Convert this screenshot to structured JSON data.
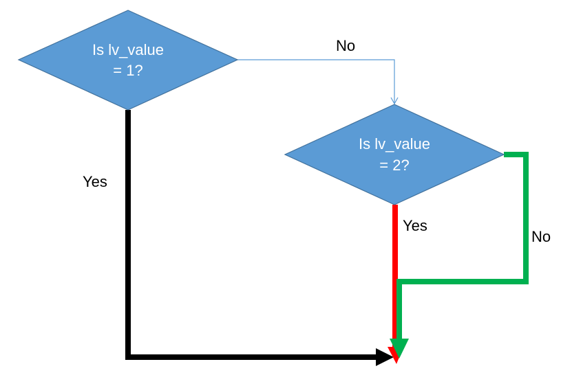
{
  "diagram": {
    "decision1": {
      "line1": "Is lv_value",
      "line2": "= 1?",
      "fill": "#5B9BD5"
    },
    "decision2": {
      "line1": "Is lv_value",
      "line2": "= 2?",
      "fill": "#5B9BD5"
    },
    "edges": {
      "d1_no_label": "No",
      "d1_yes_label": "Yes",
      "d2_yes_label": "Yes",
      "d2_no_label": "No"
    },
    "colors": {
      "d1_no_connector": "#5B9BD5",
      "d1_yes_path": "#000000",
      "d2_yes_path": "#FF0000",
      "d2_no_path": "#00B050"
    }
  }
}
